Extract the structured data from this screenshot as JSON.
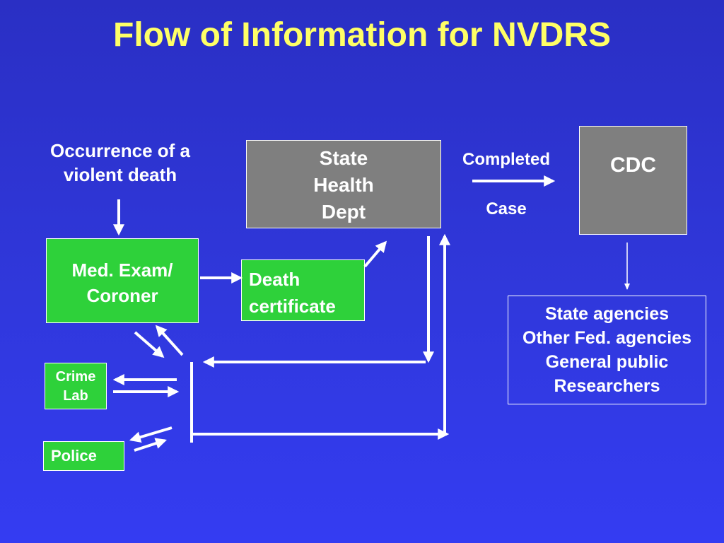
{
  "title": "Flow of Information for NVDRS",
  "nodes": {
    "occurrence": "Occurrence of a violent death",
    "med_exam": "Med. Exam/ Coroner",
    "death_certificate": "Death certificate",
    "state_health": "State Health Dept",
    "cdc": "CDC",
    "crime_lab": "Crime Lab",
    "police": "Police",
    "recipients": [
      "State agencies",
      "Other Fed. agencies",
      "General public",
      "Researchers"
    ]
  },
  "edges": {
    "completed": "Completed",
    "case": "Case"
  },
  "colors": {
    "background": "#3038dc",
    "title": "#ffff66",
    "green_box": "#2ed13a",
    "gray_box": "#7f7f7f",
    "arrow": "#ffffff"
  }
}
